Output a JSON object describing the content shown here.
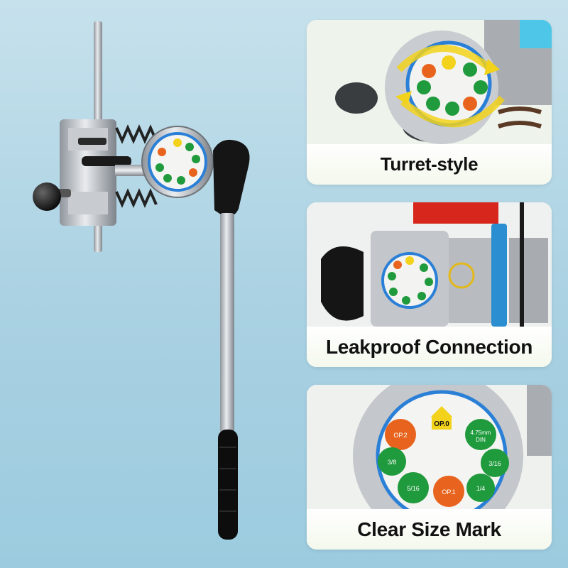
{
  "features": [
    {
      "caption": "Turret-style",
      "icon": "rotation-arrows-icon"
    },
    {
      "caption": "Leakproof Connection",
      "icon": "highlight-circle-icon"
    },
    {
      "caption": "Clear Size Mark",
      "icon": "size-label-icon"
    }
  ],
  "turret_labels": {
    "op0": "OP.0",
    "op1": "OP.1",
    "op2": "OP.2",
    "size_475": "4.75mm",
    "din": "DIN",
    "size_3_16": "3/16",
    "size_5_16": "5/16",
    "size_3_8": "3/8",
    "size_1_4": "1/4"
  },
  "colors": {
    "background": "#a9d1e2",
    "card": "#ffffff",
    "green_mark": "#1f9a3c",
    "orange_mark": "#e8641e",
    "yellow_mark": "#f2d21b",
    "ring_blue": "#2a7fd6"
  }
}
